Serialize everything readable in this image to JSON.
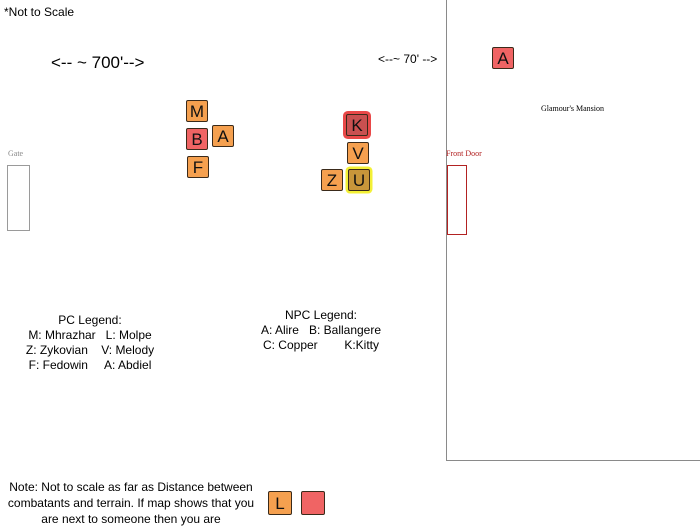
{
  "scale_note": "*Not to Scale",
  "distance_700": "<-- ~ 700'-->",
  "distance_70": "<--~ 70' -->",
  "gate_label": "Gate",
  "front_door_label": "Front Door",
  "mansion_label": "Glamour's Mansion",
  "tokens": {
    "m": "M",
    "b": "B",
    "a_pc": "A",
    "f": "F",
    "k": "K",
    "v": "V",
    "z": "Z",
    "u": "U",
    "a_npc": "A"
  },
  "pc_legend": {
    "title": "PC Legend:",
    "line1": "M: Mhrazhar   L: Molpe",
    "line2": "Z: Zykovian    V: Melody",
    "line3": "F: Fedowin     A: Abdiel"
  },
  "npc_legend": {
    "title": "NPC Legend:",
    "line1": "A: Alire   B: Ballangere",
    "line2": "C: Copper        K:Kitty"
  },
  "note": {
    "line1": "Note: Not to scale as far as Distance between",
    "line2": "combatants and terrain. If map shows that you",
    "line3": "are next to someone then you are"
  },
  "note_tokens": {
    "l": "L"
  },
  "colors": {
    "pc_token": "#f5a04f",
    "npc_token": "#f06464",
    "highlight_red": "#e94848",
    "highlight_yellow": "#f3f036",
    "front_door": "#b22222"
  }
}
